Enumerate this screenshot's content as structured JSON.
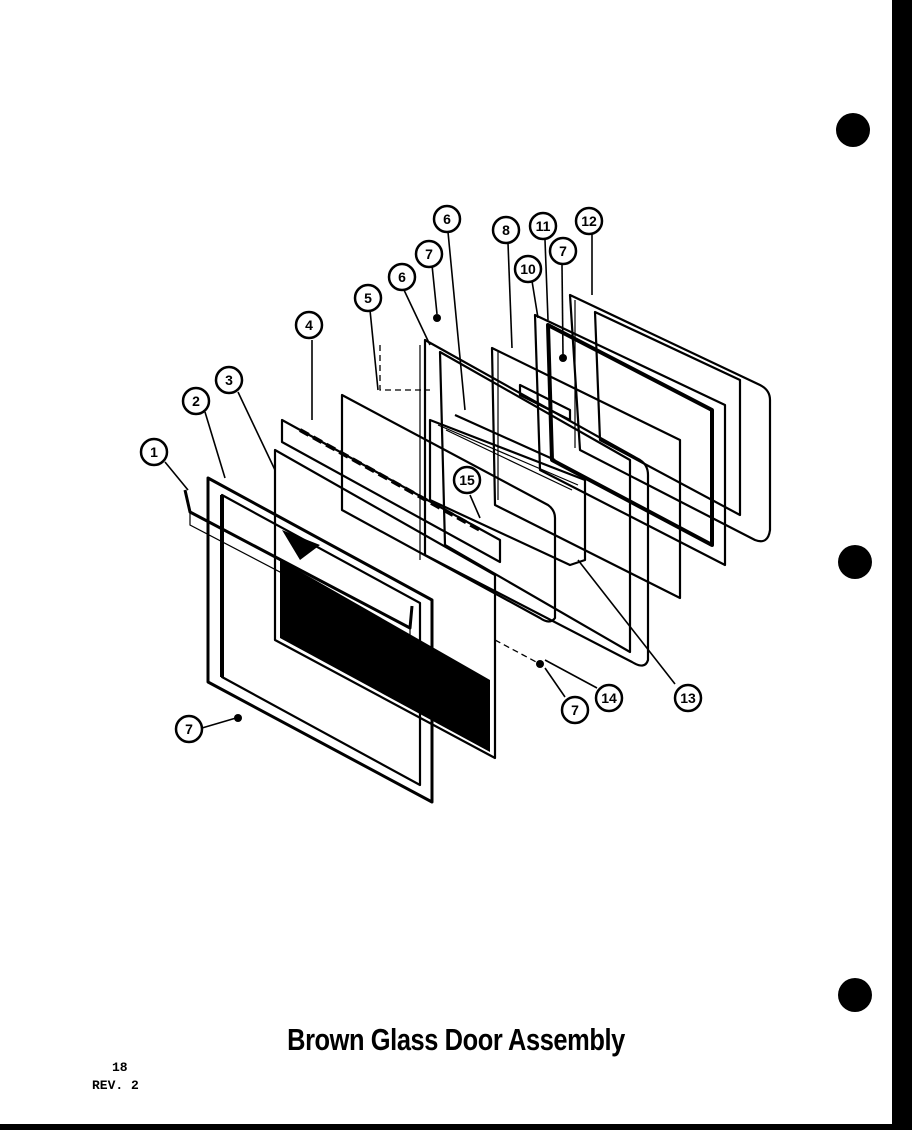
{
  "title": "Brown Glass Door Assembly",
  "page_number": "18",
  "revision": "REV. 2",
  "callouts": [
    {
      "id": "c1",
      "label": "1"
    },
    {
      "id": "c2",
      "label": "2"
    },
    {
      "id": "c3",
      "label": "3"
    },
    {
      "id": "c4",
      "label": "4"
    },
    {
      "id": "c5",
      "label": "5"
    },
    {
      "id": "c6a",
      "label": "6"
    },
    {
      "id": "c6b",
      "label": "6"
    },
    {
      "id": "c7a",
      "label": "7"
    },
    {
      "id": "c7b",
      "label": "7"
    },
    {
      "id": "c7c",
      "label": "7"
    },
    {
      "id": "c7d",
      "label": "7"
    },
    {
      "id": "c8",
      "label": "8"
    },
    {
      "id": "c10",
      "label": "10"
    },
    {
      "id": "c11",
      "label": "11"
    },
    {
      "id": "c12",
      "label": "12"
    },
    {
      "id": "c13",
      "label": "13"
    },
    {
      "id": "c14",
      "label": "14"
    },
    {
      "id": "c15",
      "label": "15"
    }
  ]
}
